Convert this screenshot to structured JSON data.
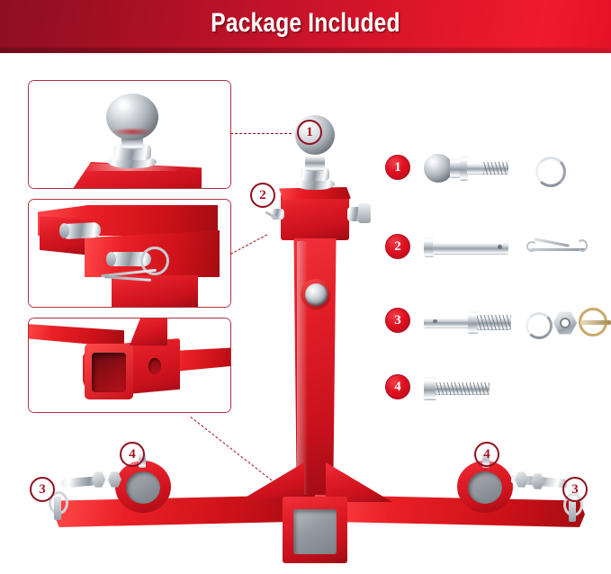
{
  "header": {
    "title": "Package Included",
    "bg_left_color": "#8d0f20",
    "bg_right_color": "#ed1b2c",
    "text_color": "#ffffff"
  },
  "theme": {
    "accent_red": "#e01021",
    "dark_red": "#8f1020",
    "callout_border": "#b03040",
    "chrome_light": "#ffffff",
    "chrome_mid": "#9aa2aa",
    "product_red": "#e01d27"
  },
  "detail_photos": [
    {
      "name": "hitch-ball-detail",
      "caption": "",
      "subject": "chrome trailer hitch ball mounted on red top plate"
    },
    {
      "name": "pin-clip-detail",
      "caption": "",
      "subject": "red bracket with chrome pin and hairpin clip installed"
    },
    {
      "name": "receiver-tube-detail",
      "caption": "",
      "subject": "red 2 inch square receiver tube opening on drawbar"
    }
  ],
  "product_callouts": [
    {
      "number": "1",
      "name": "callout-marker-1",
      "target": "hitch ball at top of mast"
    },
    {
      "number": "2",
      "name": "callout-marker-2",
      "target": "pin and clip on upper bracket"
    },
    {
      "number": "3",
      "name": "callout-marker-3-left",
      "target": "left end bolt and linch pin"
    },
    {
      "number": "4",
      "name": "callout-marker-4-left",
      "target": "left cylindrical sleeve bolt"
    },
    {
      "number": "4",
      "name": "callout-marker-4-right",
      "target": "right cylindrical sleeve bolt"
    },
    {
      "number": "3",
      "name": "callout-marker-3-right",
      "target": "right end bolt and linch pin"
    }
  ],
  "parts_list": [
    {
      "number": "1",
      "name": "part-row-1",
      "components": [
        "hitch ball with threaded shank",
        "flat washer"
      ]
    },
    {
      "number": "2",
      "name": "part-row-2",
      "components": [
        "clevis pin",
        "hairpin cotter clip"
      ]
    },
    {
      "number": "3",
      "name": "part-row-3",
      "components": [
        "threaded bolt",
        "flat washer",
        "hex nut",
        "linch pin"
      ]
    },
    {
      "number": "4",
      "name": "part-row-4",
      "components": [
        "hex head bolt"
      ]
    }
  ]
}
